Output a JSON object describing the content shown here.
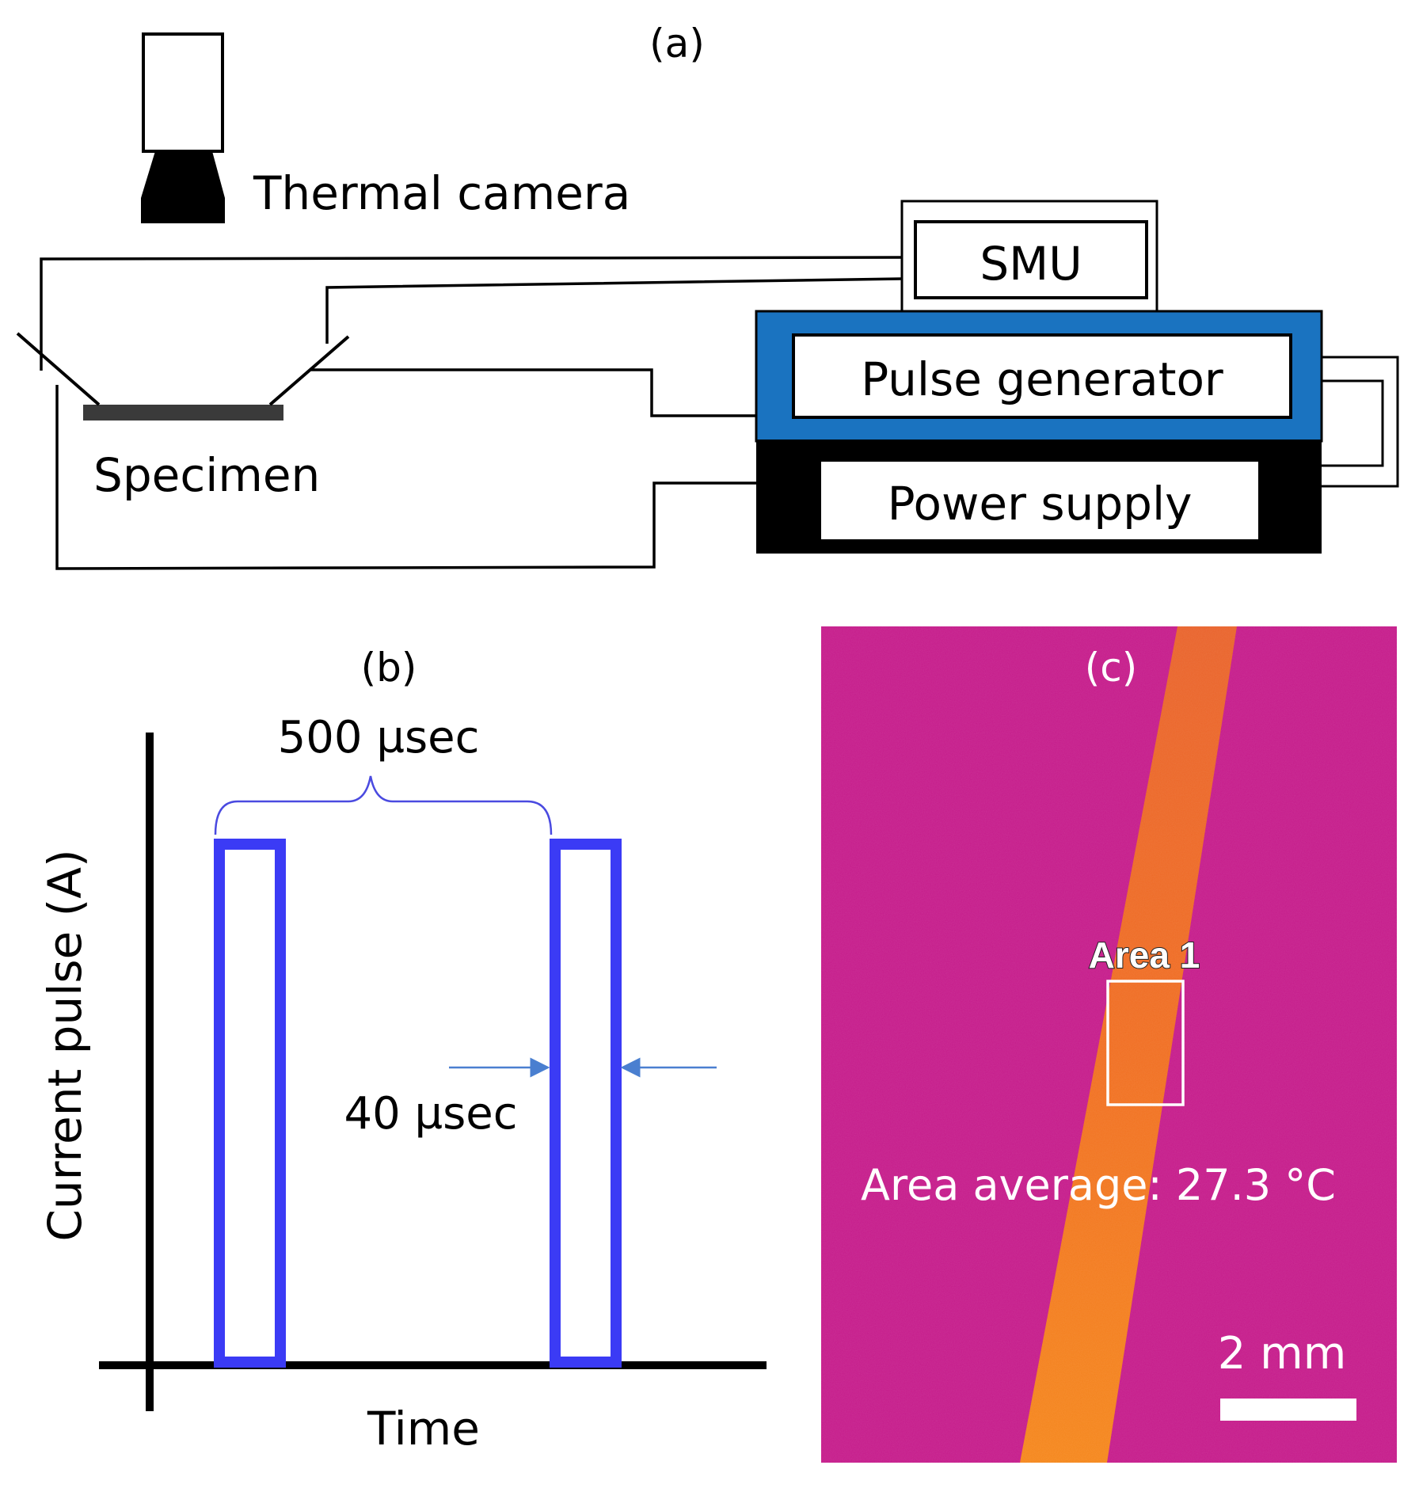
{
  "panel_a": {
    "label": "(a)",
    "camera_label": "Thermal camera",
    "smu_label": "SMU",
    "pulse_generator_label": "Pulse generator",
    "power_supply_label": "Power supply",
    "specimen_label": "Specimen",
    "pulse_generator_color": "#1a73c0"
  },
  "panel_b": {
    "label": "(b)",
    "period_label": "500 µsec",
    "width_label": "40 µsec",
    "ylabel": "Current pulse (A)",
    "xlabel": "Time",
    "pulse_color": "#3b3bf5",
    "annotation_color": "#4a7fd0"
  },
  "panel_c": {
    "label": "(c)",
    "region_label": "Area 1",
    "readout": "Area average: 27.3 °C",
    "scale_label": "2 mm",
    "background_color": "#c51a8a",
    "stripe_color": "#f0701f"
  }
}
